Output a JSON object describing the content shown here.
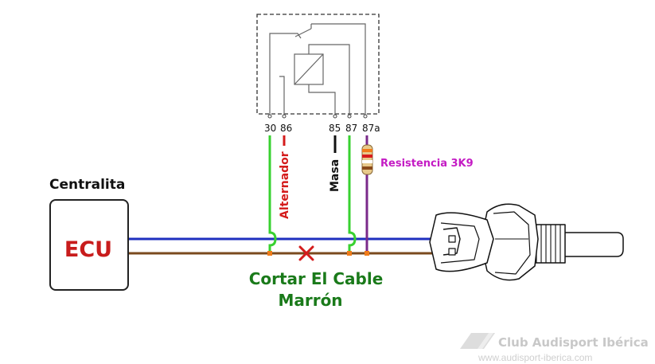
{
  "relay": {
    "pins": [
      "30",
      "86",
      "85",
      "87",
      "87a"
    ]
  },
  "labels": {
    "alternador": "Alternador",
    "masa": "Masa",
    "resistencia": "Resistencia 3K9",
    "centralita": "Centralita",
    "ecu": "ECU",
    "cortar_line1": "Cortar El Cable",
    "cortar_line2": "Marrón"
  },
  "watermark": {
    "title": "Club Audisport Ibérica",
    "url": "www.audisport-iberica.com"
  },
  "colors": {
    "blue_wire": "#1f2fbf",
    "brown_wire": "#7a4a1e",
    "green_wire": "#38d130",
    "purple_wire": "#7a2a8a",
    "red_label": "#d41c1c",
    "green_label": "#1a7a1a",
    "magenta_label": "#c41cc4",
    "ecu_text": "#c81c1c"
  }
}
